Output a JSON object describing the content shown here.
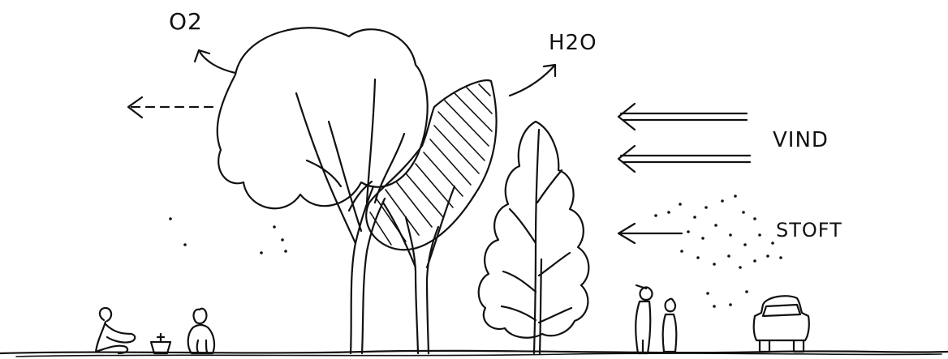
{
  "labels": {
    "oxygen": "O2",
    "water": "H2O",
    "wind": "VIND",
    "dust": "STOFT"
  },
  "colors": {
    "ink": "#111111",
    "paper": "#ffffff"
  }
}
